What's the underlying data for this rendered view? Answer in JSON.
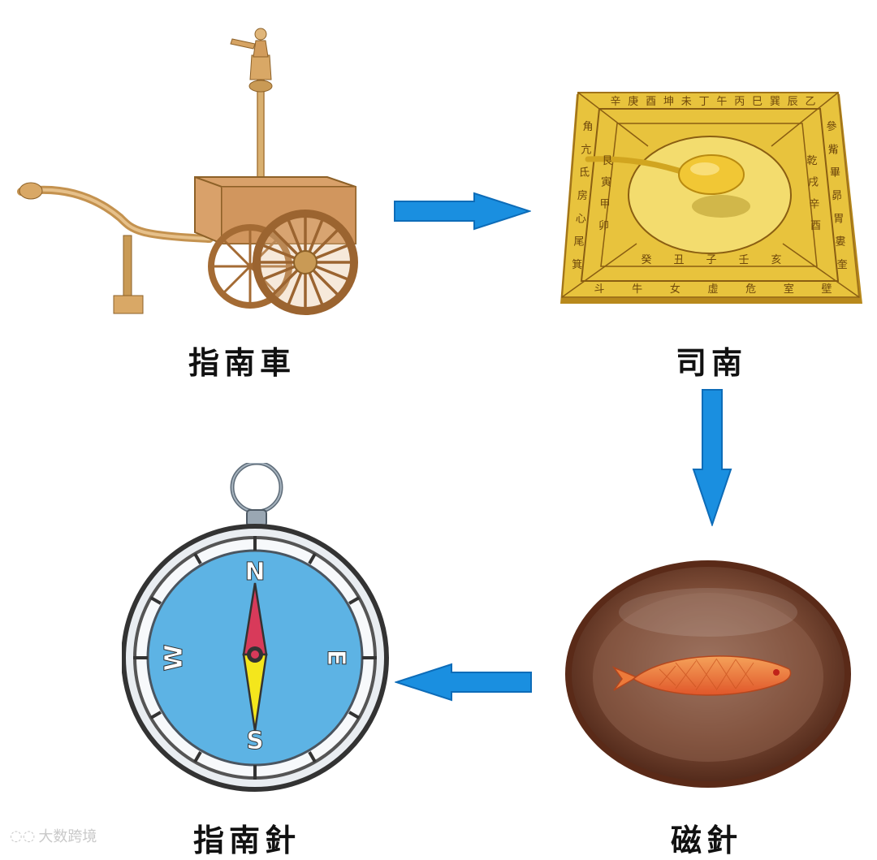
{
  "steps": [
    {
      "label": "指南車"
    },
    {
      "label": "司南"
    },
    {
      "label": "磁針"
    },
    {
      "label": "指南針"
    }
  ],
  "compass": {
    "n": "N",
    "s": "S",
    "e": "E",
    "w": "W"
  },
  "sinan_board": {
    "top_row": [
      "辛",
      "庚",
      "酉",
      "坤",
      "未",
      "丁",
      "午",
      "丙",
      "巳",
      "巽",
      "辰",
      "乙"
    ],
    "bottom_row": [
      "斗",
      "牛",
      "女",
      "虛",
      "危",
      "室",
      "壁"
    ],
    "inner_bottom": [
      "癸",
      "丑",
      "子",
      "壬",
      "亥"
    ],
    "left_col": [
      "角",
      "亢",
      "氐",
      "房",
      "心",
      "尾",
      "箕"
    ],
    "inner_left": [
      "艮",
      "寅",
      "甲",
      "卯"
    ],
    "right_col": [
      "參",
      "觜",
      "畢",
      "昴",
      "胃",
      "婁",
      "奎"
    ],
    "inner_right": [
      "乾",
      "戌",
      "辛",
      "酉"
    ]
  },
  "watermark": "大数跨境",
  "colors": {
    "arrow": "#1a8fe0",
    "arrow_stroke": "#0d6cb8",
    "compass_face": "#5db3e4",
    "board": "#e8c33d"
  }
}
